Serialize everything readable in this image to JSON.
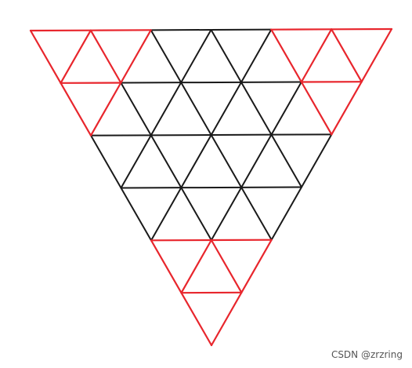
{
  "watermark": "CSDN @zrzring",
  "colors": {
    "background": "#ffffff",
    "grid_line": "#1a1a1a",
    "highlight_line": "#e8262d"
  },
  "figure": {
    "description_type": "inverted triangular grid subdivided into 36 small equilateral triangles",
    "grid_divisions": 6,
    "highlighted_corner_regions": [
      "top-left",
      "top-right",
      "bottom"
    ]
  }
}
